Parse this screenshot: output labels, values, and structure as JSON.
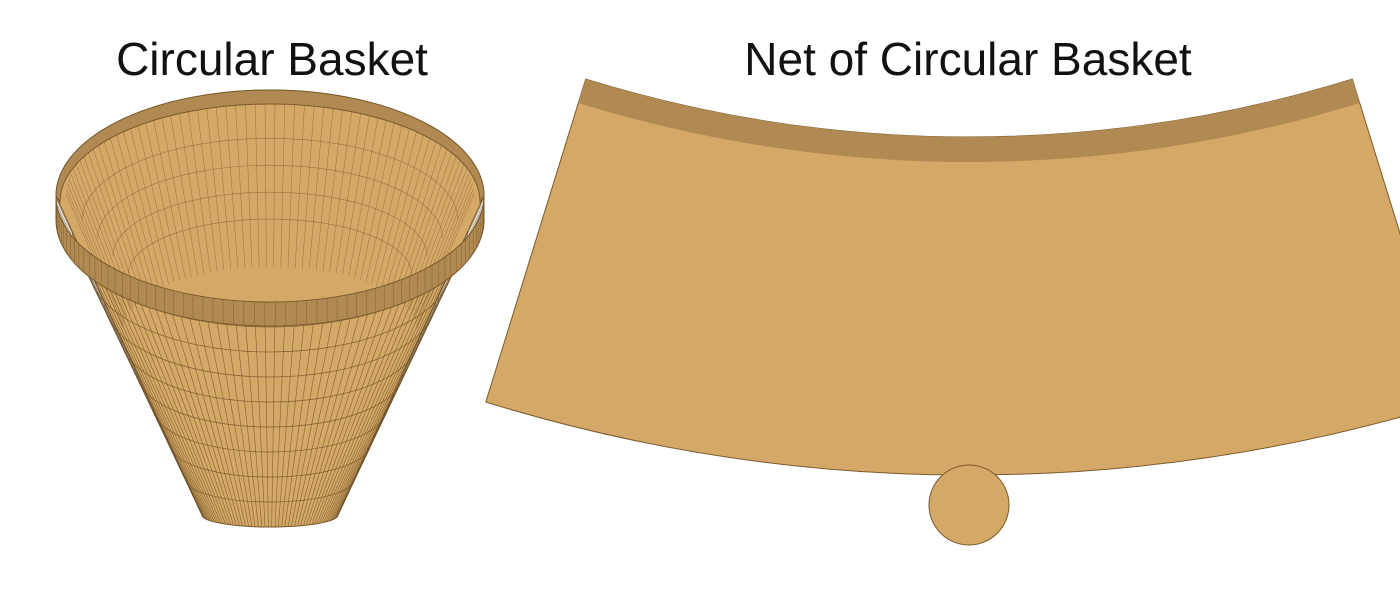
{
  "titles": {
    "left": "Circular Basket",
    "right": "Net of Circular Basket"
  },
  "colors": {
    "body": "#D4A866",
    "rim": "#B08A52",
    "stroke": "#7A5A2C",
    "weave": "#6E5128",
    "background": "#FFFFFF"
  },
  "basket": {
    "vertical_strips": 64,
    "horizontal_bands": 9
  }
}
